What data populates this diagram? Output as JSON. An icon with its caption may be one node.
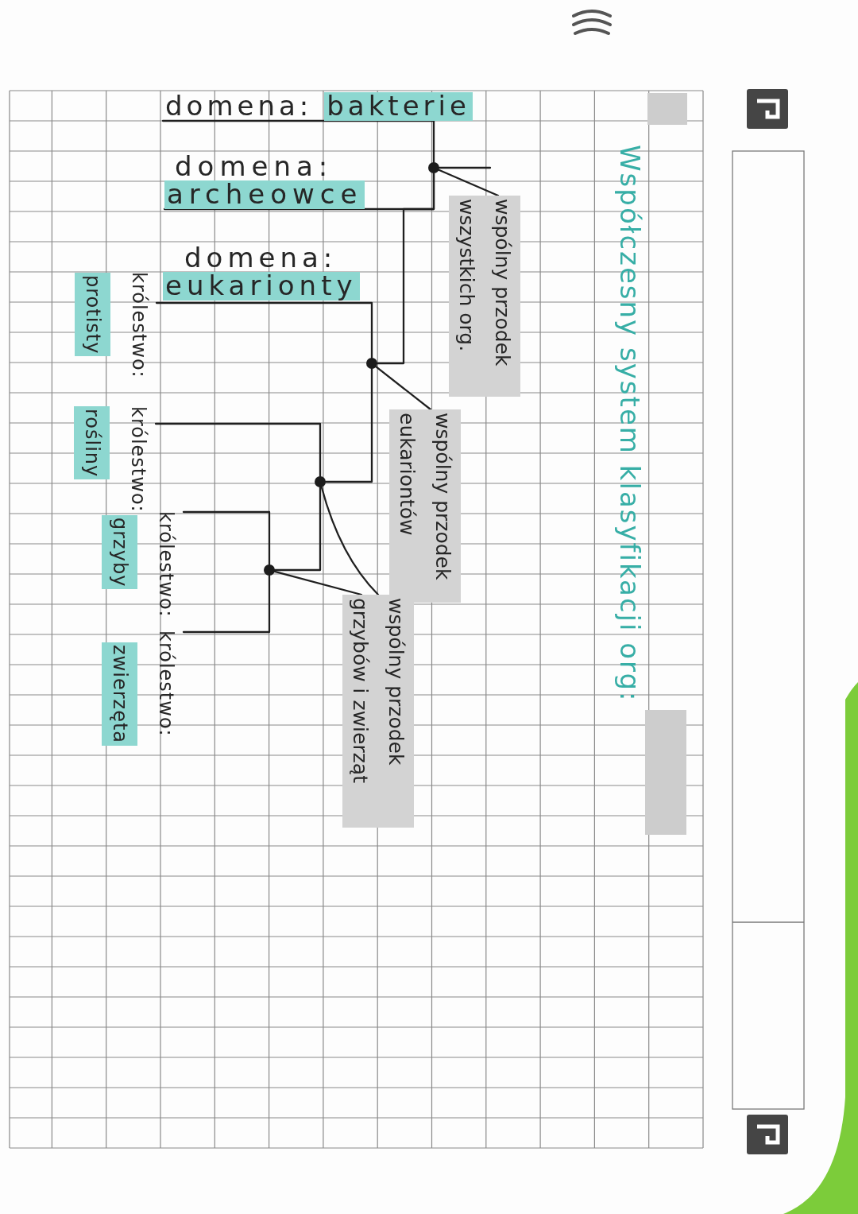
{
  "diagram": {
    "title": "Współczesny system klasyfikacji org:",
    "nodes": [
      {
        "text": [
          "domena:",
          "bakterie"
        ]
      },
      {
        "text": [
          "domena:",
          "archeowce"
        ]
      },
      {
        "text": [
          "domena:",
          "eukarionty"
        ]
      },
      {
        "text": [
          "królestwo:",
          "protisty"
        ]
      },
      {
        "text": [
          "królestwo:",
          "rośliny"
        ]
      },
      {
        "text": [
          "królestwo:",
          "grzyby"
        ]
      },
      {
        "text": [
          "królestwo:",
          "zwierzęta"
        ]
      },
      {
        "text": [
          "wspólny przodek wszystkich org."
        ]
      },
      {
        "text": [
          "wspólny przodek eukariontów"
        ]
      },
      {
        "text": [
          "wspólny przodek grzybów i zwierząt"
        ]
      },
      {
        "text": [],
        "shape": "circle"
      },
      {
        "text": [],
        "shape": "circle"
      },
      {
        "text": [],
        "shape": "circle"
      },
      {
        "text": [],
        "shape": "circle"
      }
    ],
    "edges": [
      {
        "from": 10,
        "to": 0,
        "arrow": "none"
      },
      {
        "from": 10,
        "to": 1,
        "arrow": "none"
      },
      {
        "from": 10,
        "to": 11,
        "arrow": "none"
      },
      {
        "from": 11,
        "to": 3,
        "arrow": "none"
      },
      {
        "from": 11,
        "to": 12,
        "arrow": "none"
      },
      {
        "from": 12,
        "to": 4,
        "arrow": "none"
      },
      {
        "from": 12,
        "to": 13,
        "arrow": "none"
      },
      {
        "from": 13,
        "to": 5,
        "arrow": "none"
      },
      {
        "from": 13,
        "to": 6,
        "arrow": "none"
      },
      {
        "from": 7,
        "to": 10,
        "arrow": "none"
      },
      {
        "from": 8,
        "to": 11,
        "arrow": "none"
      },
      {
        "from": 9,
        "to": 12,
        "arrow": "none"
      },
      {
        "from": 9,
        "to": 13,
        "arrow": "none"
      },
      {
        "from": null,
        "to": 10,
        "arrow": "none"
      }
    ]
  }
}
